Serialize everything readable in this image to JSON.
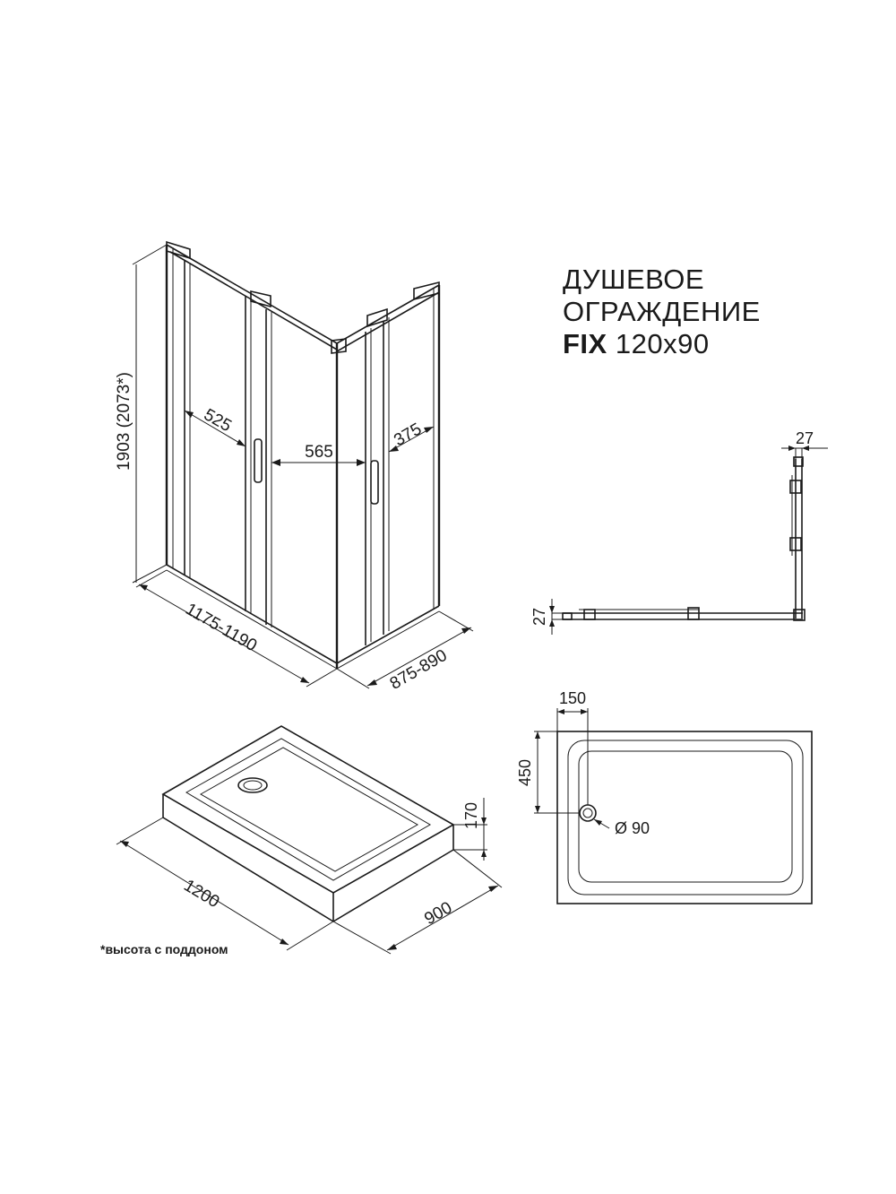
{
  "title": {
    "line1": "ДУШЕВОЕ",
    "line2": "ОГРАЖДЕНИЕ",
    "model": "FIX",
    "size": "120x90"
  },
  "cabin": {
    "height": "1903 (2073*)",
    "door_left": "525",
    "center": "565",
    "door_right": "375",
    "width": "1175-1190",
    "depth": "875-890"
  },
  "profile": {
    "top_thickness": "27",
    "side_thickness": "27"
  },
  "tray_iso": {
    "height": "170",
    "length": "1200",
    "width": "900"
  },
  "tray_plan": {
    "drain_x": "150",
    "drain_y": "450",
    "drain_diameter": "Ø 90"
  },
  "note": "*высота с поддоном"
}
